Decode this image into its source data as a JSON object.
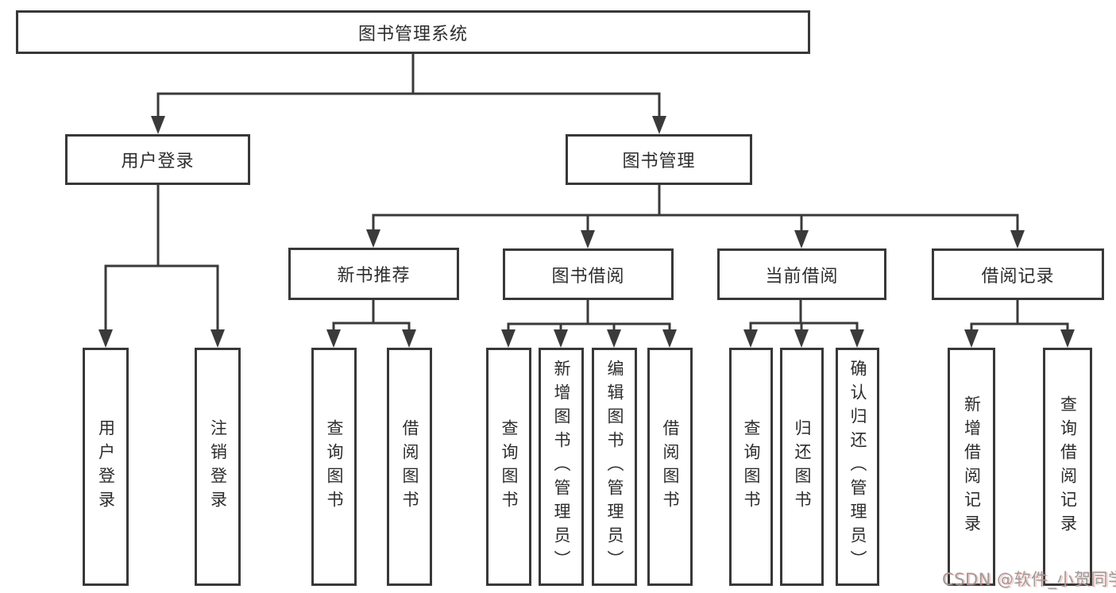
{
  "colors": {
    "background": "#ffffff",
    "line": "#3a3a3a",
    "box_border": "#383838",
    "text": "#2d2d2d",
    "watermark_text": "#9c9c9c"
  },
  "nodes": {
    "root": "图书管理系统",
    "l2": [
      "用户登录",
      "图书管理"
    ],
    "l3": [
      "新书推荐",
      "图书借阅",
      "当前借阅",
      "借阅记录"
    ],
    "leaf": [
      "用户登录",
      "注销登录",
      "查询图书",
      "借阅图书",
      "查询图书",
      "新增图书（管理员）",
      "编辑图书（管理员）",
      "借阅图书",
      "查询图书",
      "归还图书",
      "确认归还（管理员）",
      "新增借阅记录",
      "查询借阅记录"
    ]
  },
  "watermark": "CSDN @软件_小贺同学"
}
